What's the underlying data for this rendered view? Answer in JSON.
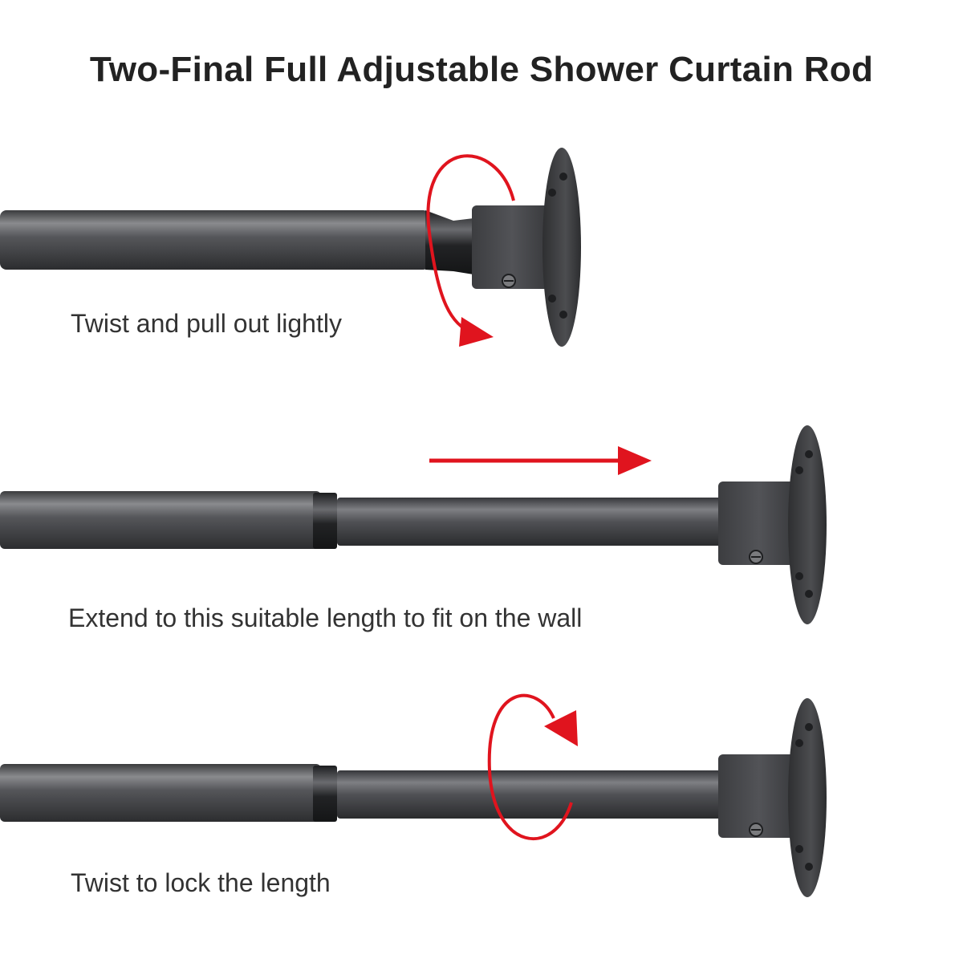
{
  "title": "Two-Final Full Adjustable Shower Curtain Rod",
  "steps": [
    {
      "caption": "Twist and pull out lightly"
    },
    {
      "caption": "Extend to this suitable length to fit on the wall"
    },
    {
      "caption": "Twist to lock the length"
    }
  ],
  "colors": {
    "rod": "#4a4b4d",
    "rod_dark": "#2f3032",
    "rod_highlight": "#8a8b8e",
    "arrow": "#e0141e",
    "text": "#333333"
  }
}
